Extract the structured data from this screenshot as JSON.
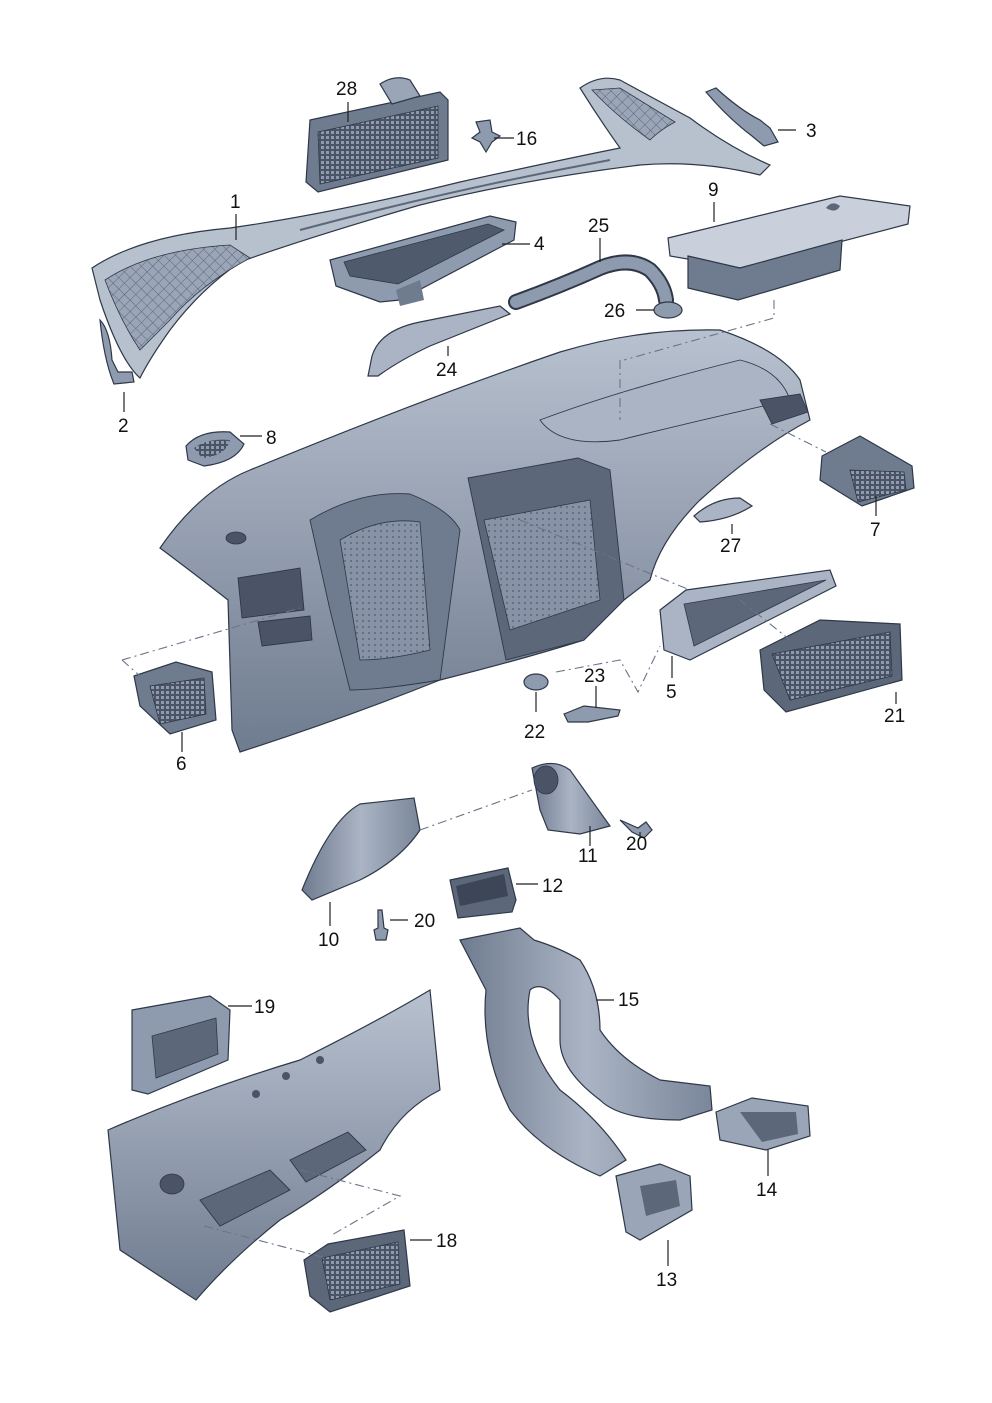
{
  "palette": {
    "part_light": "#c3cbd8",
    "part_mid": "#9aa6b8",
    "part_dark": "#5c6779",
    "part_deep": "#3c4656",
    "outline": "#2e3848",
    "texture": "#7d889b"
  },
  "callouts": {
    "c1": "1",
    "c2": "2",
    "c3": "3",
    "c4": "4",
    "c5": "5",
    "c6": "6",
    "c7": "7",
    "c8": "8",
    "c9": "9",
    "c10": "10",
    "c11": "11",
    "c12": "12",
    "c13": "13",
    "c14": "14",
    "c15": "15",
    "c16": "16",
    "c18": "18",
    "c19": "19",
    "c20a": "20",
    "c20b": "20",
    "c21": "21",
    "c22": "22",
    "c23": "23",
    "c24": "24",
    "c25": "25",
    "c26": "26",
    "c27": "27",
    "c28": "28"
  }
}
